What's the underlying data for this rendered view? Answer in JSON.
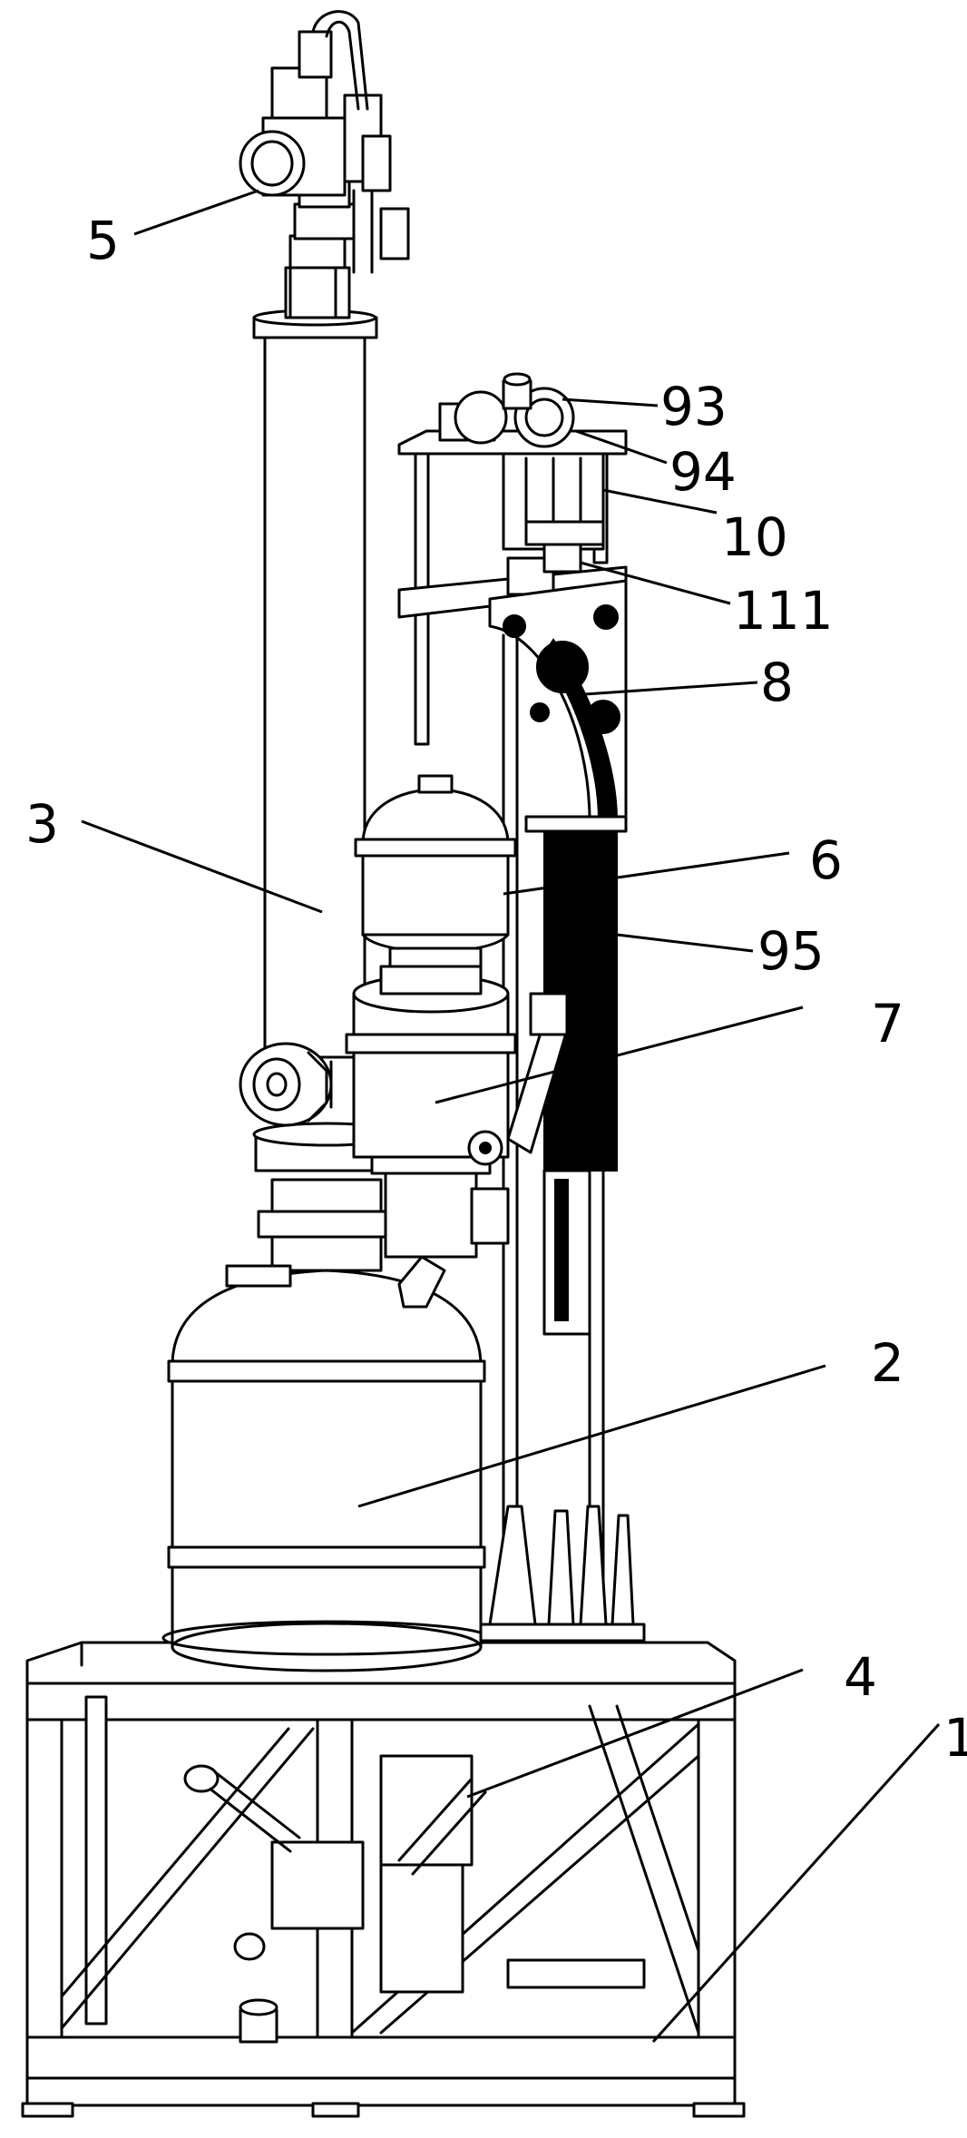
{
  "callouts": [
    {
      "id": "c5",
      "text": "5"
    },
    {
      "id": "c93",
      "text": "93"
    },
    {
      "id": "c94",
      "text": "94"
    },
    {
      "id": "c10",
      "text": "10"
    },
    {
      "id": "c111",
      "text": "111"
    },
    {
      "id": "c8",
      "text": "8"
    },
    {
      "id": "c3",
      "text": "3"
    },
    {
      "id": "c6",
      "text": "6"
    },
    {
      "id": "c95",
      "text": "95"
    },
    {
      "id": "c7",
      "text": "7"
    },
    {
      "id": "c2",
      "text": "2"
    },
    {
      "id": "c4",
      "text": "4"
    },
    {
      "id": "c1",
      "text": "1"
    }
  ]
}
